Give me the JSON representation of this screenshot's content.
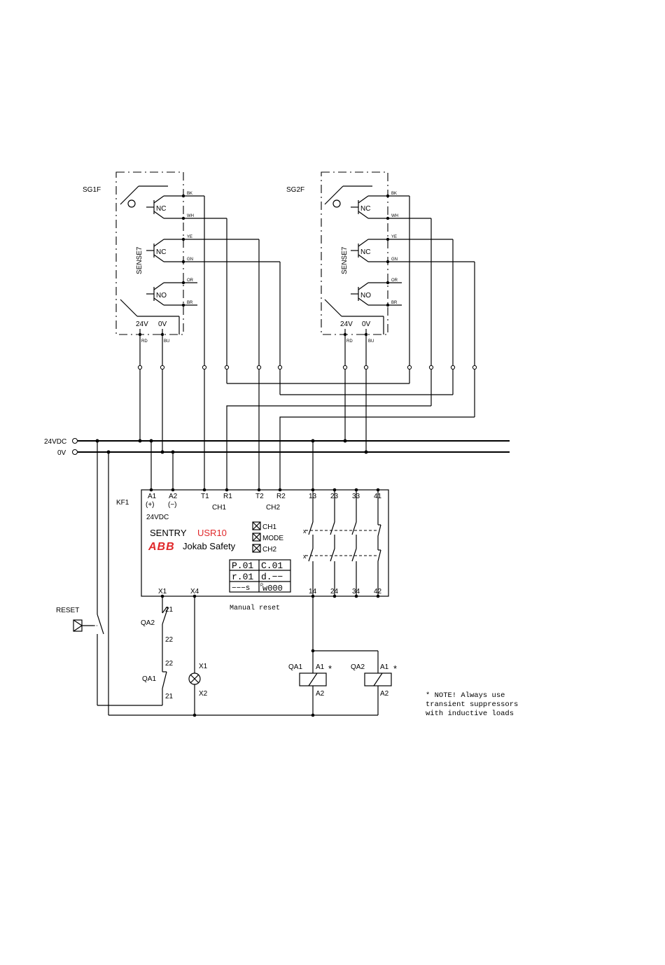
{
  "sensors": {
    "sg1": {
      "label": "SG1F",
      "model": "SENSE7"
    },
    "sg2": {
      "label": "SG2F",
      "model": "SENSE7"
    },
    "contact_nc": "NC",
    "contact_no": "NO",
    "wires": {
      "bk": "BK",
      "wh": "WH",
      "ye": "YE",
      "gn": "GN",
      "or": "OR",
      "br": "BR",
      "rd": "RD",
      "bu": "BU"
    },
    "supply_24v": "24V",
    "supply_0v": "0V"
  },
  "supply": {
    "pos": "24VDC",
    "neg": "0V"
  },
  "relay": {
    "label": "KF1",
    "terminals_top": {
      "a1": "A1",
      "a2": "A2",
      "t1": "T1",
      "r1": "R1",
      "t2": "T2",
      "r2": "R2",
      "t13": "13",
      "t23": "23",
      "t33": "33",
      "t41": "41"
    },
    "a1_pol": "(+)",
    "a2_pol": "(−)",
    "voltage": "24VDC",
    "ch1": "CH1",
    "ch2": "CH2",
    "brand": "SENTRY",
    "model": "USR10",
    "logo": "ABB",
    "company": "Jokab Safety",
    "leds": {
      "ch1": "CH1",
      "mode": "MODE",
      "ch2": "CH2"
    },
    "display": {
      "p": "P.01",
      "c": "C.01",
      "r": "r.01",
      "d": "d.−−",
      "s": "−−−s",
      "w_sup": "P",
      "w": "w000"
    },
    "terminals_bottom": {
      "x1": "X1",
      "x4": "X4",
      "t14": "14",
      "t24": "24",
      "t34": "34",
      "t42": "42"
    },
    "reset_mode": "Manual reset"
  },
  "reset_circuit": {
    "reset": "RESET",
    "qa2": "QA2",
    "qa1": "QA1",
    "t21a": "21",
    "t22a": "22",
    "t22b": "22",
    "t21b": "21",
    "lamp_x1": "X1",
    "lamp_x2": "X2"
  },
  "contactors": {
    "qa1": "QA1",
    "qa2": "QA2",
    "a1": "A1",
    "a2": "A2",
    "star": "*"
  },
  "note": {
    "line1": "* NOTE! Always use",
    "line2": "transient suppressors",
    "line3": "with inductive loads"
  }
}
